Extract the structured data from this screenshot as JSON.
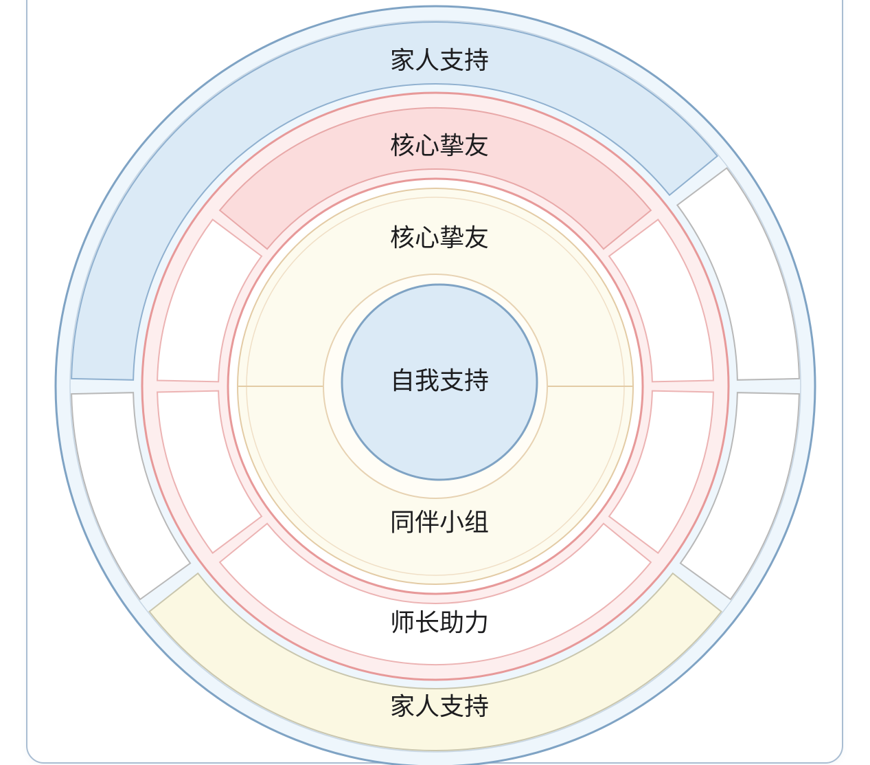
{
  "diagram": {
    "labels": {
      "family_top": "家人支持",
      "friends_top": "核心挚友",
      "friends_inner": "核心挚友",
      "self": "自我支持",
      "peers": "同伴小组",
      "mentors": "师长助力",
      "family_bottom": "家人支持"
    },
    "colors": {
      "blue_fill": "#dbeaf6",
      "blue_stroke": "#7fa3c4",
      "pink_fill": "#fbdcdc",
      "pink_stroke": "#e79999",
      "cream_fill": "#fdfbee",
      "cream_stroke": "#e3cba5",
      "yellow_fill": "#fbf8e2",
      "grey_stroke": "#b8b8b8"
    }
  }
}
